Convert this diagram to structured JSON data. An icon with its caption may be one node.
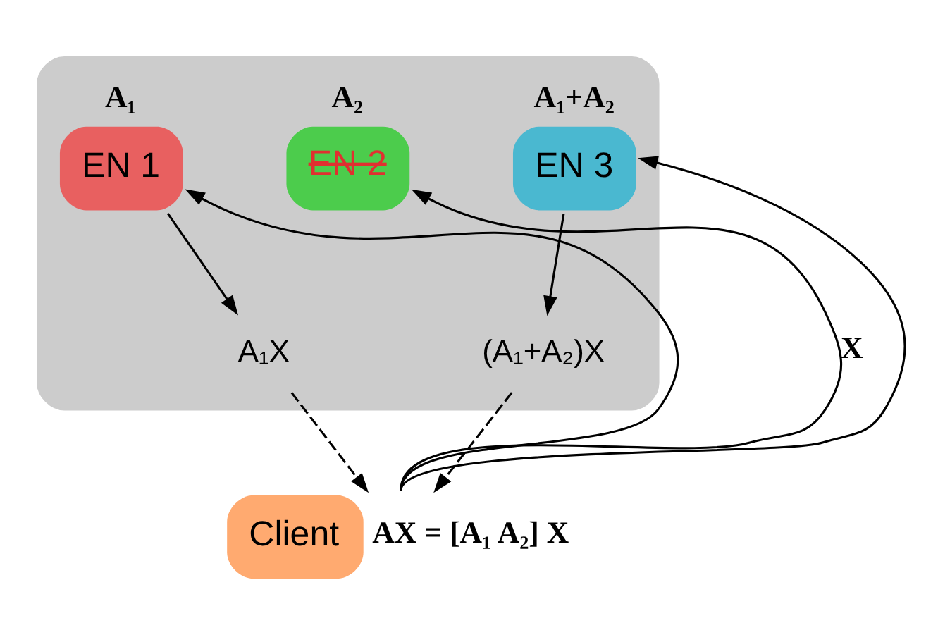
{
  "diagram": {
    "nodes": [
      {
        "text": [],
        "shape": "cloud"
      },
      {
        "text": [
          "EN 1"
        ],
        "beside": [
          "A₁"
        ],
        "in": 0
      },
      {
        "text": [
          "EN 2"
        ],
        "beside": [
          "A₂"
        ],
        "in": 0
      },
      {
        "text": [
          "EN 3"
        ],
        "beside": [
          "A₁+A₂"
        ],
        "in": 0
      },
      {
        "text": [
          "A₁X"
        ],
        "in": 0
      },
      {
        "text": [
          "(A₁+A₂)X"
        ],
        "in": 0
      },
      {
        "text": [
          "Client"
        ],
        "beside": [
          "AX = [A₁ A₂] X"
        ]
      }
    ],
    "edges": [
      {
        "from": 6,
        "to": 1,
        "arrow": "to"
      },
      {
        "from": 6,
        "to": 2,
        "arrow": "to",
        "label": "X"
      },
      {
        "from": 6,
        "to": 3,
        "arrow": "to"
      },
      {
        "from": 1,
        "to": 4,
        "arrow": "to"
      },
      {
        "from": 3,
        "to": 5,
        "arrow": "to"
      },
      {
        "from": 4,
        "to": 6,
        "arrow": "to",
        "style": "dashed"
      },
      {
        "from": 5,
        "to": 6,
        "arrow": "to",
        "style": "dashed"
      }
    ]
  }
}
